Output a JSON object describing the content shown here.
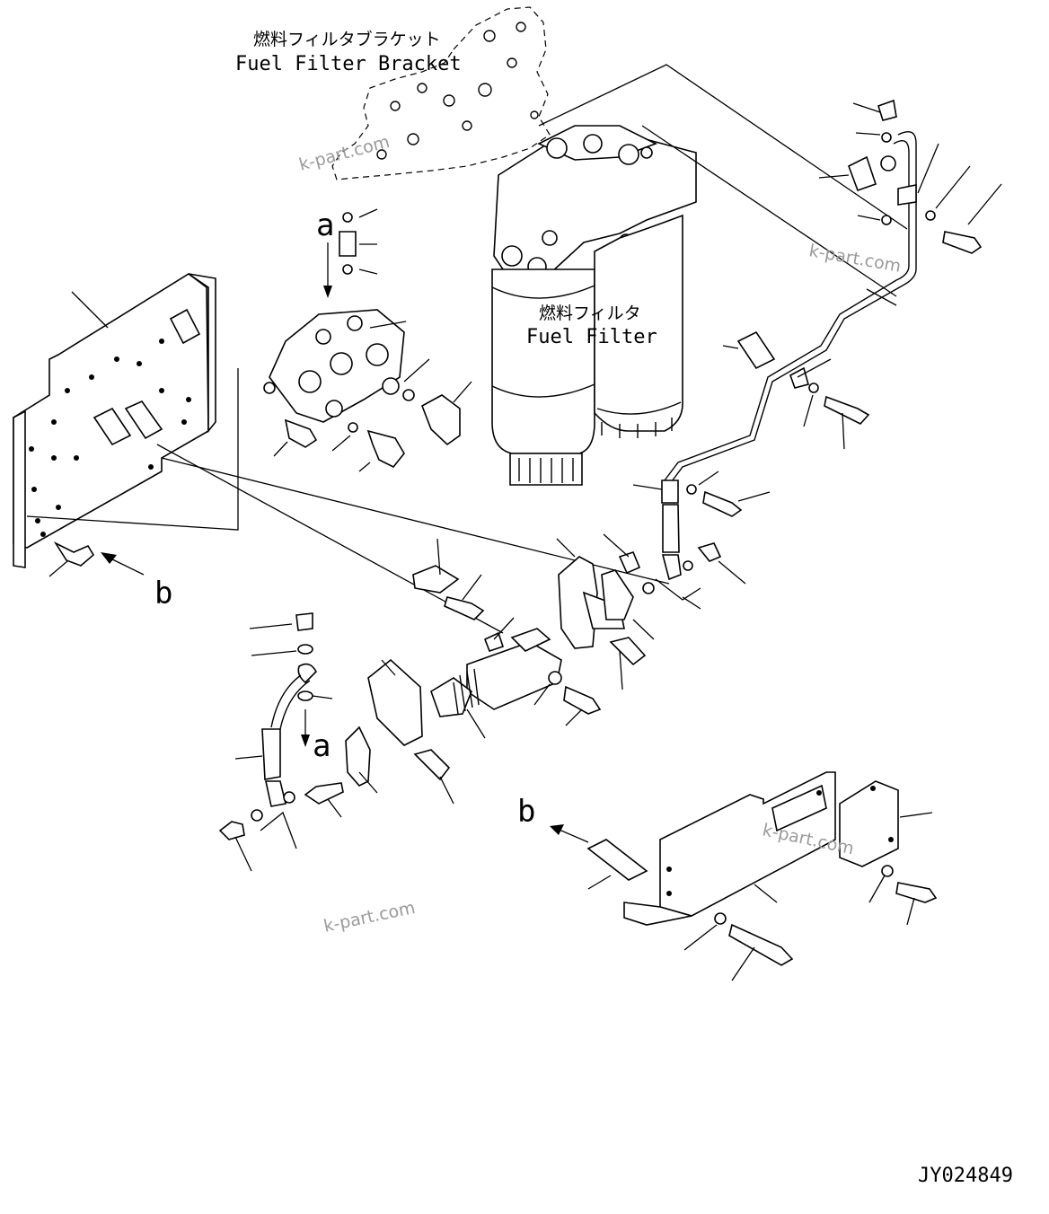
{
  "labels": {
    "bracket_jp": "燃料フィルタブラケット",
    "bracket_en": "Fuel Filter Bracket",
    "filter_jp": "燃料フィルタ",
    "filter_en": "Fuel Filter",
    "view_a_top": "a",
    "view_a_bottom": "a",
    "view_b_left": "b",
    "view_b_right": "b",
    "drawing_number": "JY024849"
  },
  "watermarks": [
    "k-part.com",
    "k-part.com",
    "k-part.com",
    "k-part.com"
  ]
}
